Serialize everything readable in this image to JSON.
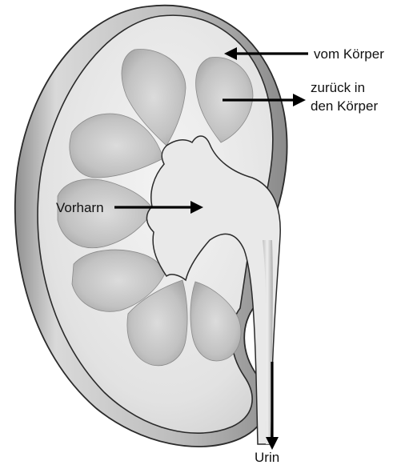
{
  "labels": {
    "from_body": "vom Körper",
    "back_to_body_line1": "zurück in",
    "back_to_body_line2": "den Körper",
    "preurine": "Vorharn",
    "urine": "Urin"
  },
  "colors": {
    "outline": "#2a2a2a",
    "cortex_light": "#f2f2f2",
    "cortex_mid": "#d6d6d6",
    "cortex_dark": "#9a9a9a",
    "pyramid": "#bdbdbd",
    "pyramid_light": "#e4e4e4",
    "pelvis": "#e9e9e9",
    "arrow": "#000000"
  }
}
